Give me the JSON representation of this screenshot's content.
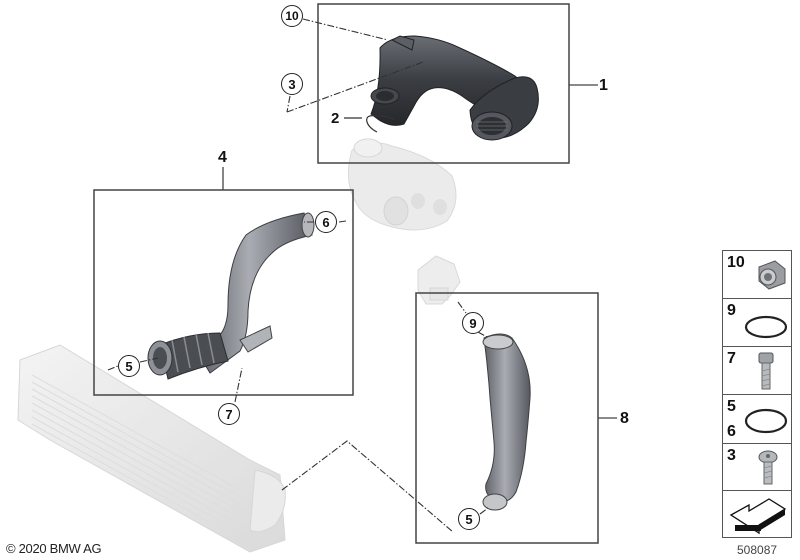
{
  "diagram": {
    "title": "Charge air duct / Intake system parts diagram",
    "colors": {
      "line": "#333333",
      "part_dark": "#3c3f44",
      "part_mid": "#7d8087",
      "part_light": "#e6e6e6",
      "background": "#ffffff"
    },
    "group_labels": [
      {
        "id": "1",
        "label": "1"
      },
      {
        "id": "4",
        "label": "4"
      },
      {
        "id": "8",
        "label": "8"
      }
    ],
    "callouts": [
      {
        "id": "c10",
        "label": "10"
      },
      {
        "id": "c3",
        "label": "3"
      },
      {
        "id": "c2",
        "label": "2"
      },
      {
        "id": "c6",
        "label": "6"
      },
      {
        "id": "c5a",
        "label": "5"
      },
      {
        "id": "c7",
        "label": "7"
      },
      {
        "id": "c9",
        "label": "9"
      },
      {
        "id": "c5b",
        "label": "5"
      }
    ],
    "parts": [
      {
        "name": "intake-duct-with-resonator",
        "group": "1"
      },
      {
        "name": "wire-clip",
        "callout": "2"
      },
      {
        "name": "charge-air-pipe-upper",
        "group": "4"
      },
      {
        "name": "charge-air-hose",
        "group": "8"
      },
      {
        "name": "turbocharger-ghosted"
      },
      {
        "name": "throttle-housing-ghosted"
      },
      {
        "name": "intercooler-ghosted"
      }
    ]
  },
  "side_panel": {
    "rows": [
      {
        "labels": [
          "10"
        ],
        "part": "nut-fitting"
      },
      {
        "labels": [
          "9"
        ],
        "part": "o-ring"
      },
      {
        "labels": [
          "7"
        ],
        "part": "hex-bolt"
      },
      {
        "labels": [
          "5",
          "6"
        ],
        "part": "o-ring"
      },
      {
        "labels": [
          "3"
        ],
        "part": "torx-screw"
      },
      {
        "labels": [],
        "part": "arrow-symbol"
      }
    ]
  },
  "footer": {
    "copyright": "© 2020 BMW AG",
    "document_number": "508087"
  }
}
